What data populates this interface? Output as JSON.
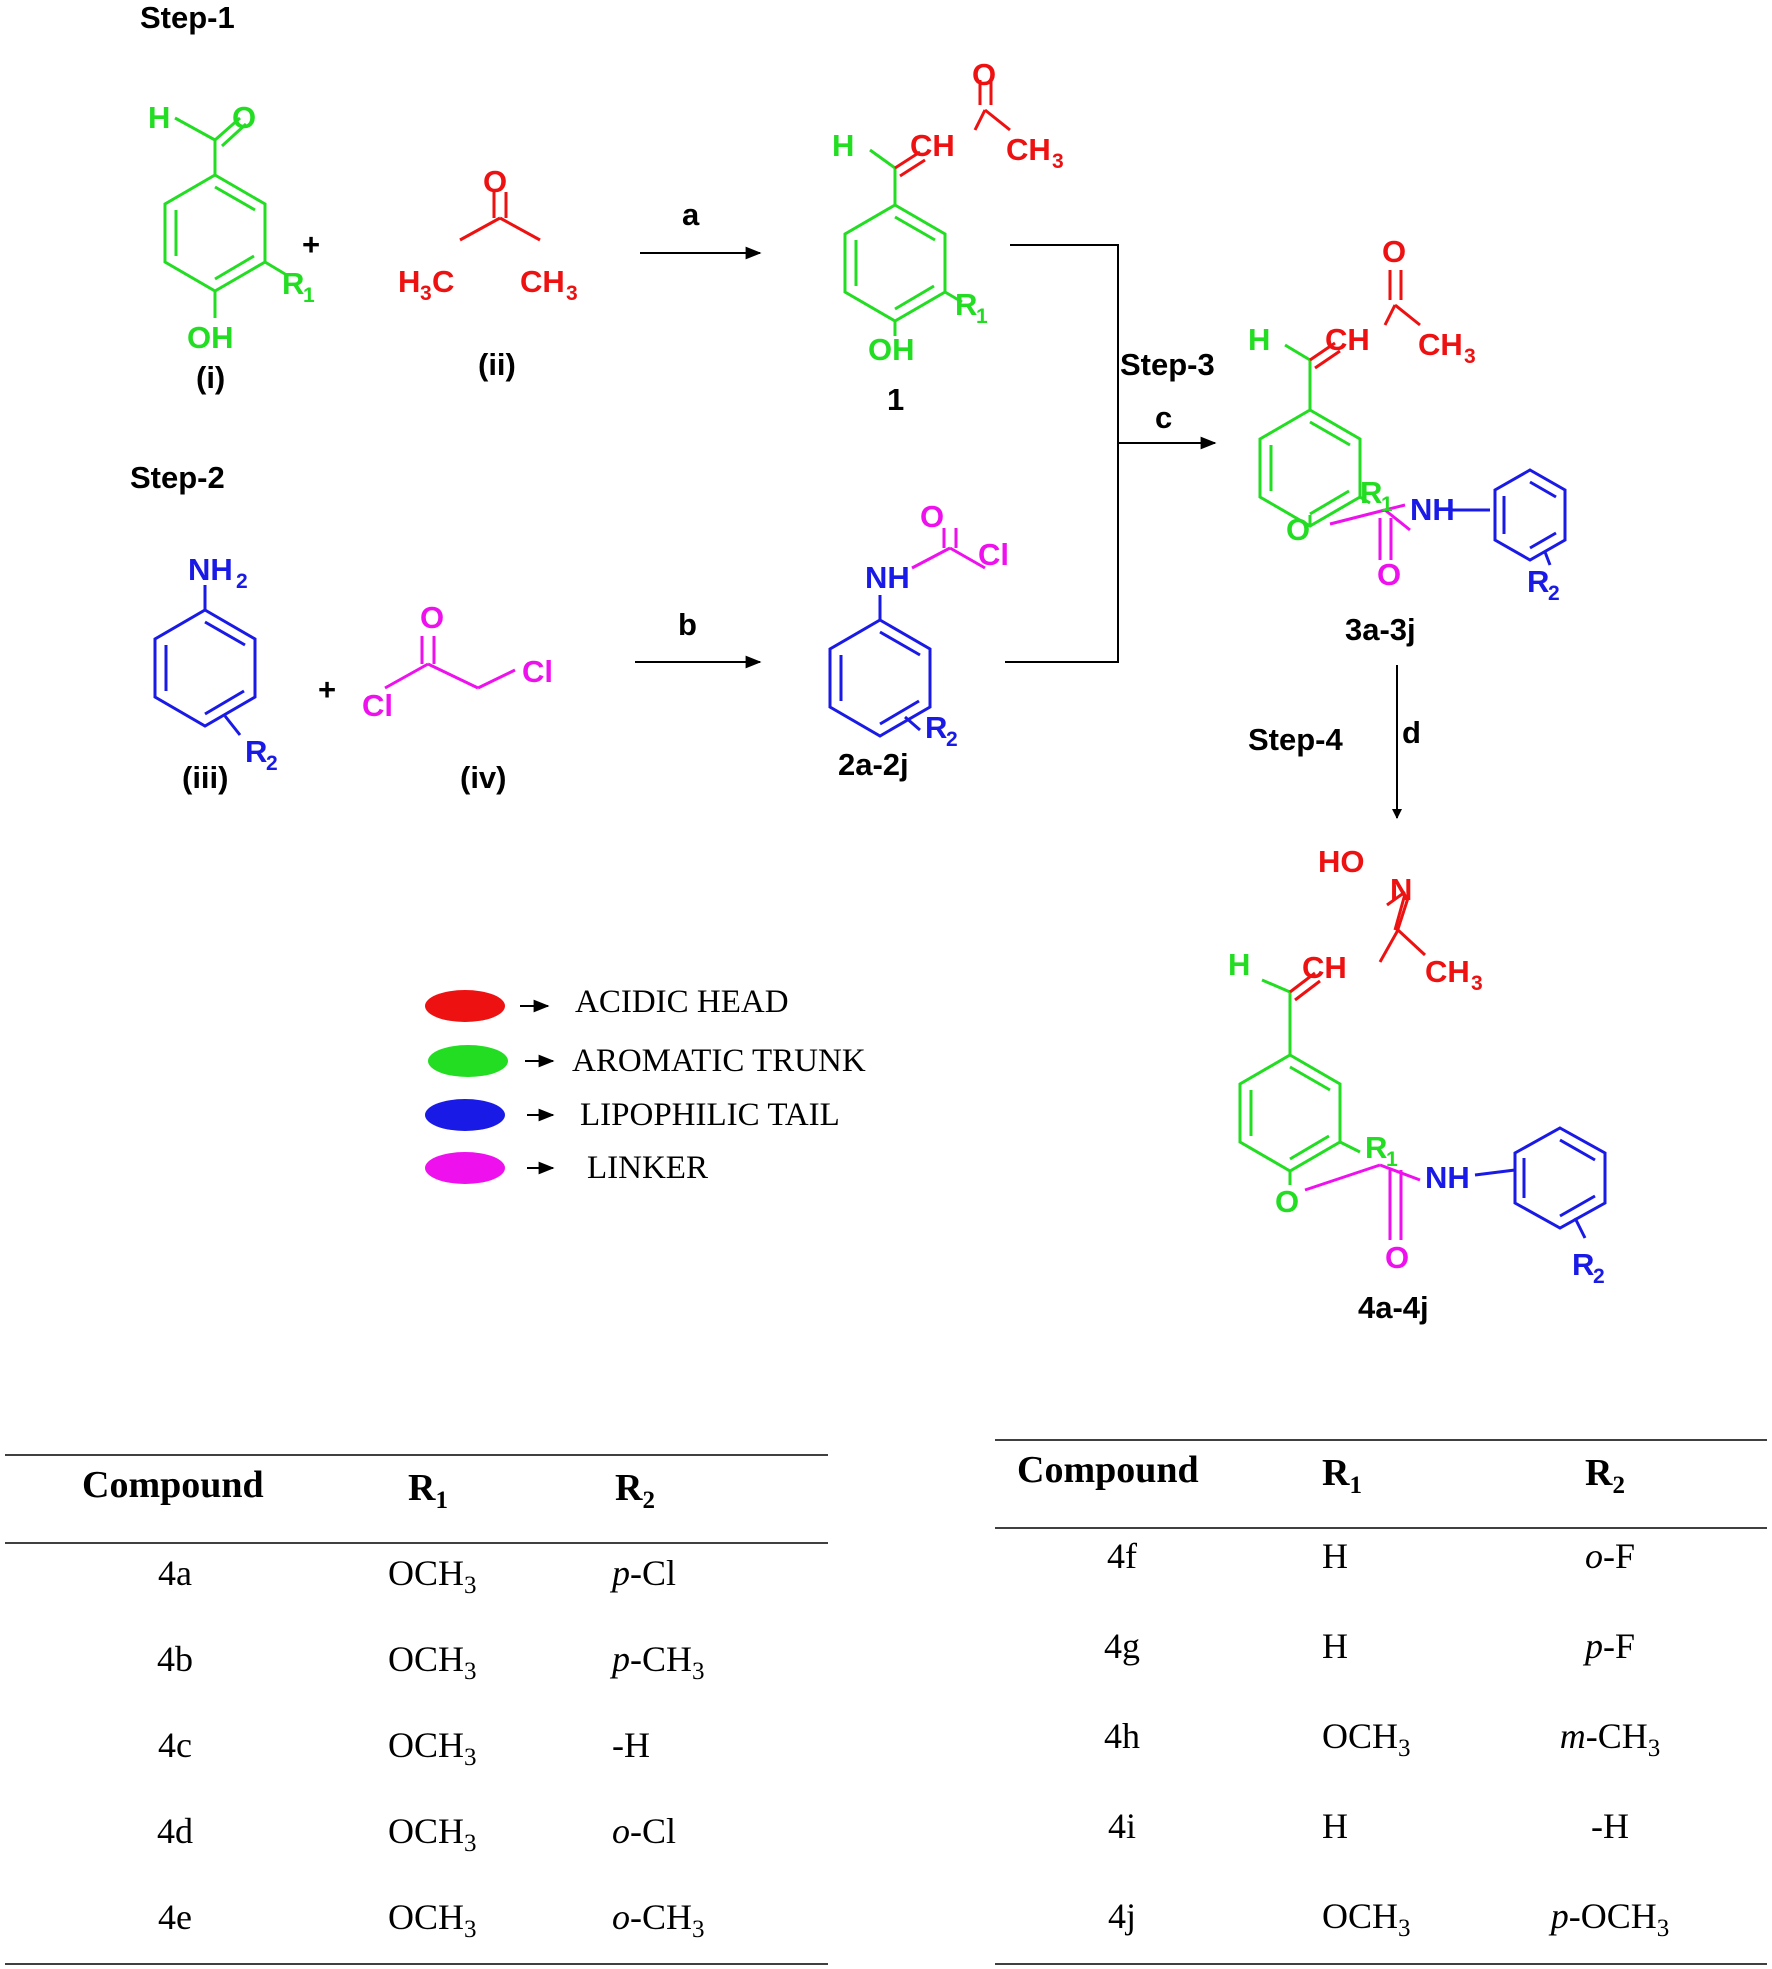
{
  "colors": {
    "acidic": "#ee1111",
    "aromatic": "#22dd22",
    "lipophilic": "#1a1ae6",
    "linker": "#ee11ee"
  },
  "steps": {
    "s1": "Step-1",
    "s2": "Step-2",
    "s3": "Step-3",
    "s4": "Step-4"
  },
  "reagents": {
    "a": "a",
    "b": "b",
    "c": "c",
    "d": "d"
  },
  "labels": {
    "i": "(i)",
    "ii": "(ii)",
    "iii": "(iii)",
    "iv": "(iv)",
    "p1": "1",
    "p2": "2a-2j",
    "p3": "3a-3j",
    "p4": "4a-4j"
  },
  "plus": "+",
  "legend": [
    {
      "label": "ACIDIC HEAD",
      "color": "#ee1111"
    },
    {
      "label": "AROMATIC TRUNK",
      "color": "#22dd22"
    },
    {
      "label": "LIPOPHILIC TAIL",
      "color": "#1a1ae6"
    },
    {
      "label": "LINKER",
      "color": "#ee11ee"
    }
  ],
  "table_header": {
    "compound": "Compound",
    "r1": "R",
    "r1_sub": "1",
    "r2": "R",
    "r2_sub": "2"
  },
  "table_left": [
    {
      "c": "4a",
      "r1": "OCH",
      "r1s": "3",
      "r2p": "p",
      "r2": "-Cl",
      "r2s": ""
    },
    {
      "c": "4b",
      "r1": "OCH",
      "r1s": "3",
      "r2p": "p",
      "r2": "-CH",
      "r2s": "3"
    },
    {
      "c": "4c",
      "r1": "OCH",
      "r1s": "3",
      "r2p": "",
      "r2": "-H",
      "r2s": ""
    },
    {
      "c": "4d",
      "r1": "OCH",
      "r1s": "3",
      "r2p": "o",
      "r2": "-Cl",
      "r2s": ""
    },
    {
      "c": "4e",
      "r1": "OCH",
      "r1s": "3",
      "r2p": "o",
      "r2": "-CH",
      "r2s": "3"
    }
  ],
  "table_right": [
    {
      "c": "4f",
      "r1": "H",
      "r1s": "",
      "r2p": "o",
      "r2": "-F",
      "r2s": ""
    },
    {
      "c": "4g",
      "r1": "H",
      "r1s": "",
      "r2p": "p",
      "r2": "-F",
      "r2s": ""
    },
    {
      "c": "4h",
      "r1": "OCH",
      "r1s": "3",
      "r2p": "m",
      "r2": "-CH",
      "r2s": "3"
    },
    {
      "c": "4i",
      "r1": "H",
      "r1s": "",
      "r2p": "",
      "r2": "-H",
      "r2s": ""
    },
    {
      "c": "4j",
      "r1": "OCH",
      "r1s": "3",
      "r2p": "p",
      "r2": "-OCH",
      "r2s": "3"
    }
  ]
}
